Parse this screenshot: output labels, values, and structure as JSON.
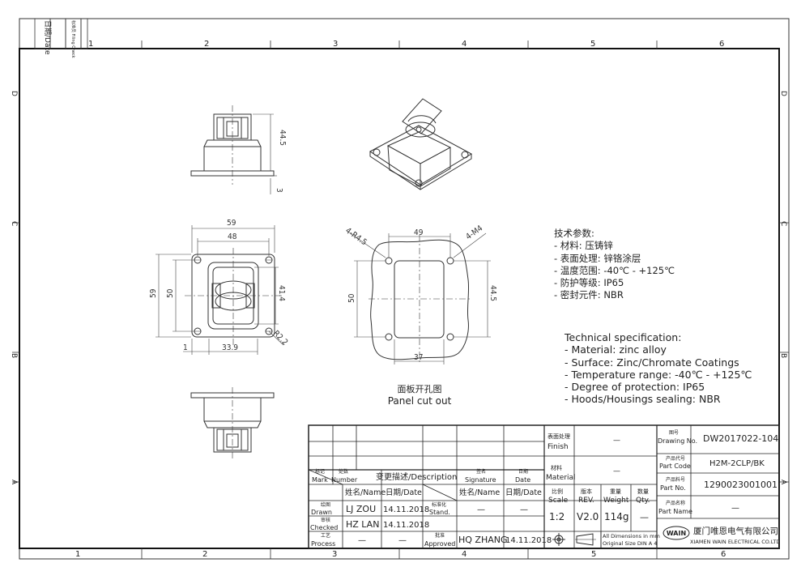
{
  "margin_labels": {
    "date": "日期/Date",
    "filing_check": "标准员 Filing Check"
  },
  "zones_top": [
    "1",
    "2",
    "3",
    "4",
    "5",
    "6"
  ],
  "zones_bottom": [
    "1",
    "2",
    "3",
    "4",
    "5",
    "6"
  ],
  "zones_right": [
    "D",
    "C",
    "B",
    "A"
  ],
  "zones_left": [
    "D",
    "C",
    "B",
    "A"
  ],
  "dims_top_view": {
    "height": "44.5",
    "base": "3"
  },
  "dims_front_view": {
    "w59": "59",
    "w48": "48",
    "h59": "59",
    "h50": "50",
    "h41_4": "41.4",
    "w33_9": "33.9",
    "w1": "1",
    "r2_2": "R2.2"
  },
  "dims_cutout": {
    "r4_5": "4-R4.5",
    "m4": "4-M4",
    "w49": "49",
    "h50": "50",
    "h44_5": "44.5",
    "w37": "37"
  },
  "cutout_caption": {
    "cn": "面板开孔图",
    "en": "Panel cut out"
  },
  "spec_cn": {
    "title": "技术参数:",
    "lines": [
      "- 材料: 压铸锌",
      "- 表面处理: 锌铬涂层",
      "- 温度范围: -40℃ - +125℃",
      "- 防护等级: IP65",
      "- 密封元件: NBR"
    ]
  },
  "spec_en": {
    "title": "Technical specification:",
    "lines": [
      "- Material: zinc alloy",
      "- Surface: Zinc/Chromate Coatings",
      "- Temperature range: -40℃ - +125℃",
      "- Degree of protection: IP65",
      "- Hoods/Housings sealing: NBR"
    ]
  },
  "title_block": {
    "mark_cn": "标记",
    "mark_en": "Mark",
    "number_cn": "处数",
    "number_en": "Number",
    "desc": "变更描述/Description",
    "sig_cn": "签名",
    "sig_en": "Signature",
    "date_cn": "日期",
    "date_en": "Date",
    "name_hdr": "姓名/Name",
    "date_hdr": "日期/Date",
    "name_hdr2": "姓名/Name",
    "date_hdr2": "日期/Date",
    "drawn_cn": "绘图",
    "drawn_en": "Drawn",
    "drawn_name": "LJ ZOU",
    "drawn_date": "14.11.2018",
    "stand_cn": "标准化",
    "stand_en": "Stand.",
    "stand_name": "—",
    "stand_date": "—",
    "checked_cn": "审核",
    "checked_en": "Checked",
    "checked_name": "HZ LAN",
    "checked_date": "14.11.2018",
    "process_cn": "工艺",
    "process_en": "Process",
    "process_name": "—",
    "process_date": "—",
    "approved_cn": "批准",
    "approved_en": "Approved",
    "approved_name": "HQ ZHANG",
    "approved_date": "14.11.2018",
    "finish_cn": "表面处理",
    "finish_en": "Finish",
    "finish_val": "—",
    "material_cn": "材料",
    "material_en": "Material",
    "material_val": "—",
    "scale_cn": "比例",
    "scale_en": "Scale",
    "scale_val": "1:2",
    "rev_cn": "版本",
    "rev_en": "REV.",
    "rev_val": "V2.0",
    "weight_cn": "重量",
    "weight_en": "Weight",
    "weight_val": "114g",
    "qty_cn": "数量",
    "qty_en": "Qty.",
    "qty_val": "—",
    "dims_note1": "All Dimensions in mm",
    "dims_note2": "Original Size DIN A 4",
    "drawing_no_cn": "图号",
    "drawing_no_en": "Drawing No.",
    "drawing_no": "DW2017022-104",
    "part_code_cn": "产品代号",
    "part_code_en": "Part Code",
    "part_code": "H2M-2CLP/BK",
    "part_no_cn": "产品料号",
    "part_no_en": "Part No.",
    "part_no": "1290023001001",
    "part_name_cn": "产品名称",
    "part_name_en": "Part Name",
    "part_name": "—",
    "logo_text": "WAIN",
    "company_cn": "厦门唯恩电气有限公司",
    "company_en": "XIAMEN WAIN ELECTRICAL CO.LTD"
  }
}
